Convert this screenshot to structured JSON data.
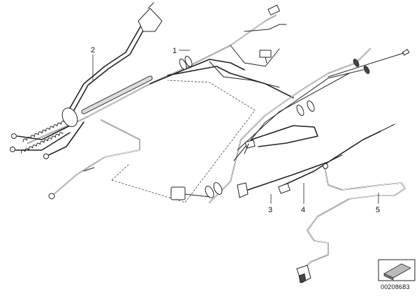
{
  "callouts": {
    "c1": "1",
    "c2": "2",
    "c3": "3",
    "c4": "4",
    "c5": "5"
  },
  "part_number": "00208683",
  "icon": "cable-tag-icon"
}
